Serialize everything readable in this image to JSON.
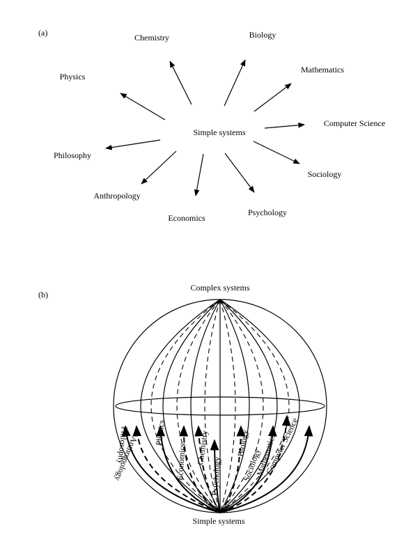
{
  "panel_a": {
    "panel_label": "(a)",
    "center_label": "Simple systems",
    "fields": [
      "Chemistry",
      "Biology",
      "Physics",
      "Mathematics",
      "Computer Science",
      "Philosophy",
      "Sociology",
      "Anthropology",
      "Economics",
      "Psychology"
    ]
  },
  "panel_b": {
    "panel_label": "(b)",
    "top_label": "Complex systems",
    "bottom_label": "Simple systems",
    "fields": [
      "Philosophy",
      "Anthropology",
      "Physics",
      "Economics",
      "Chemistry",
      "Psychology",
      "Biology",
      "Sociology",
      "Mathematics",
      "Computer Science"
    ]
  }
}
